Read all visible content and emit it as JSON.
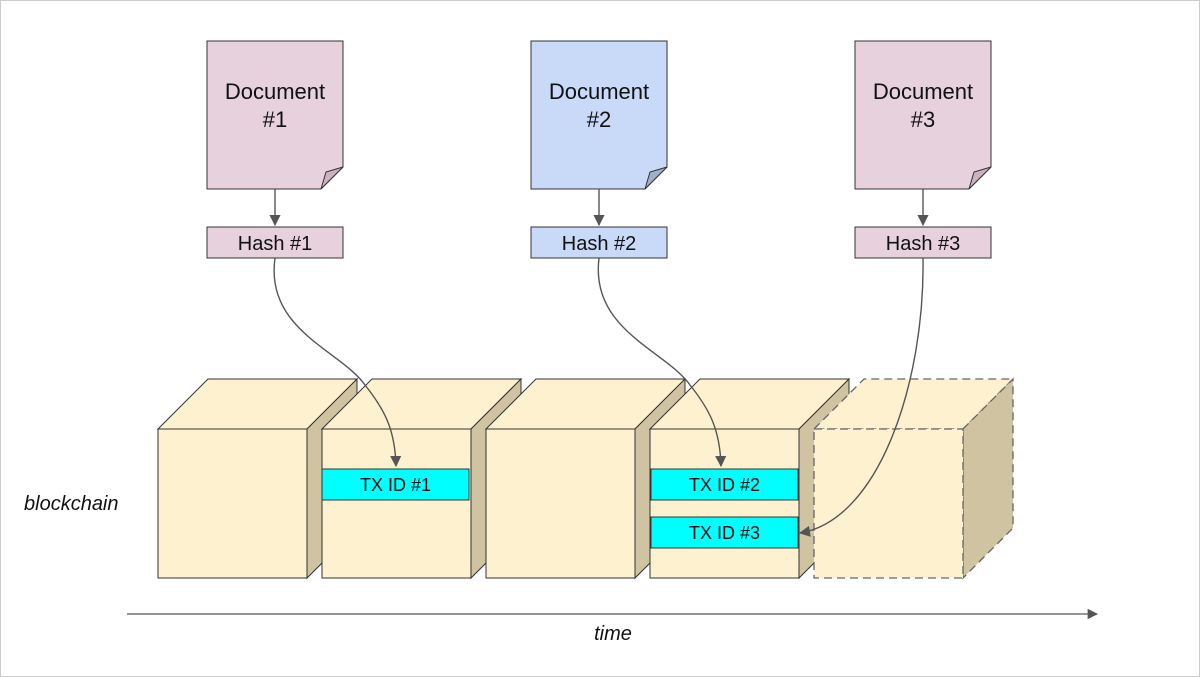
{
  "colors": {
    "doc_pink": "#e6d1dc",
    "doc_blue": "#c9daf8",
    "fold_pink": "#c9b3c0",
    "fold_blue": "#9fb0cc",
    "block_front": "#fdf1cf",
    "block_top": "#fdf1cf",
    "block_side": "#cfc3a1",
    "tx_fill": "#00ffff",
    "stroke": "#333333"
  },
  "documents": [
    {
      "line1": "Document",
      "line2": "#1",
      "color": "pink"
    },
    {
      "line1": "Document",
      "line2": "#2",
      "color": "blue"
    },
    {
      "line1": "Document",
      "line2": "#3",
      "color": "pink"
    }
  ],
  "hashes": [
    {
      "label": "Hash #1"
    },
    {
      "label": "Hash #2"
    },
    {
      "label": "Hash #3"
    }
  ],
  "transactions": [
    {
      "label": "TX ID #1"
    },
    {
      "label": "TX ID #2"
    },
    {
      "label": "TX ID #3"
    }
  ],
  "blockchain_label": "blockchain",
  "time_label": "time"
}
